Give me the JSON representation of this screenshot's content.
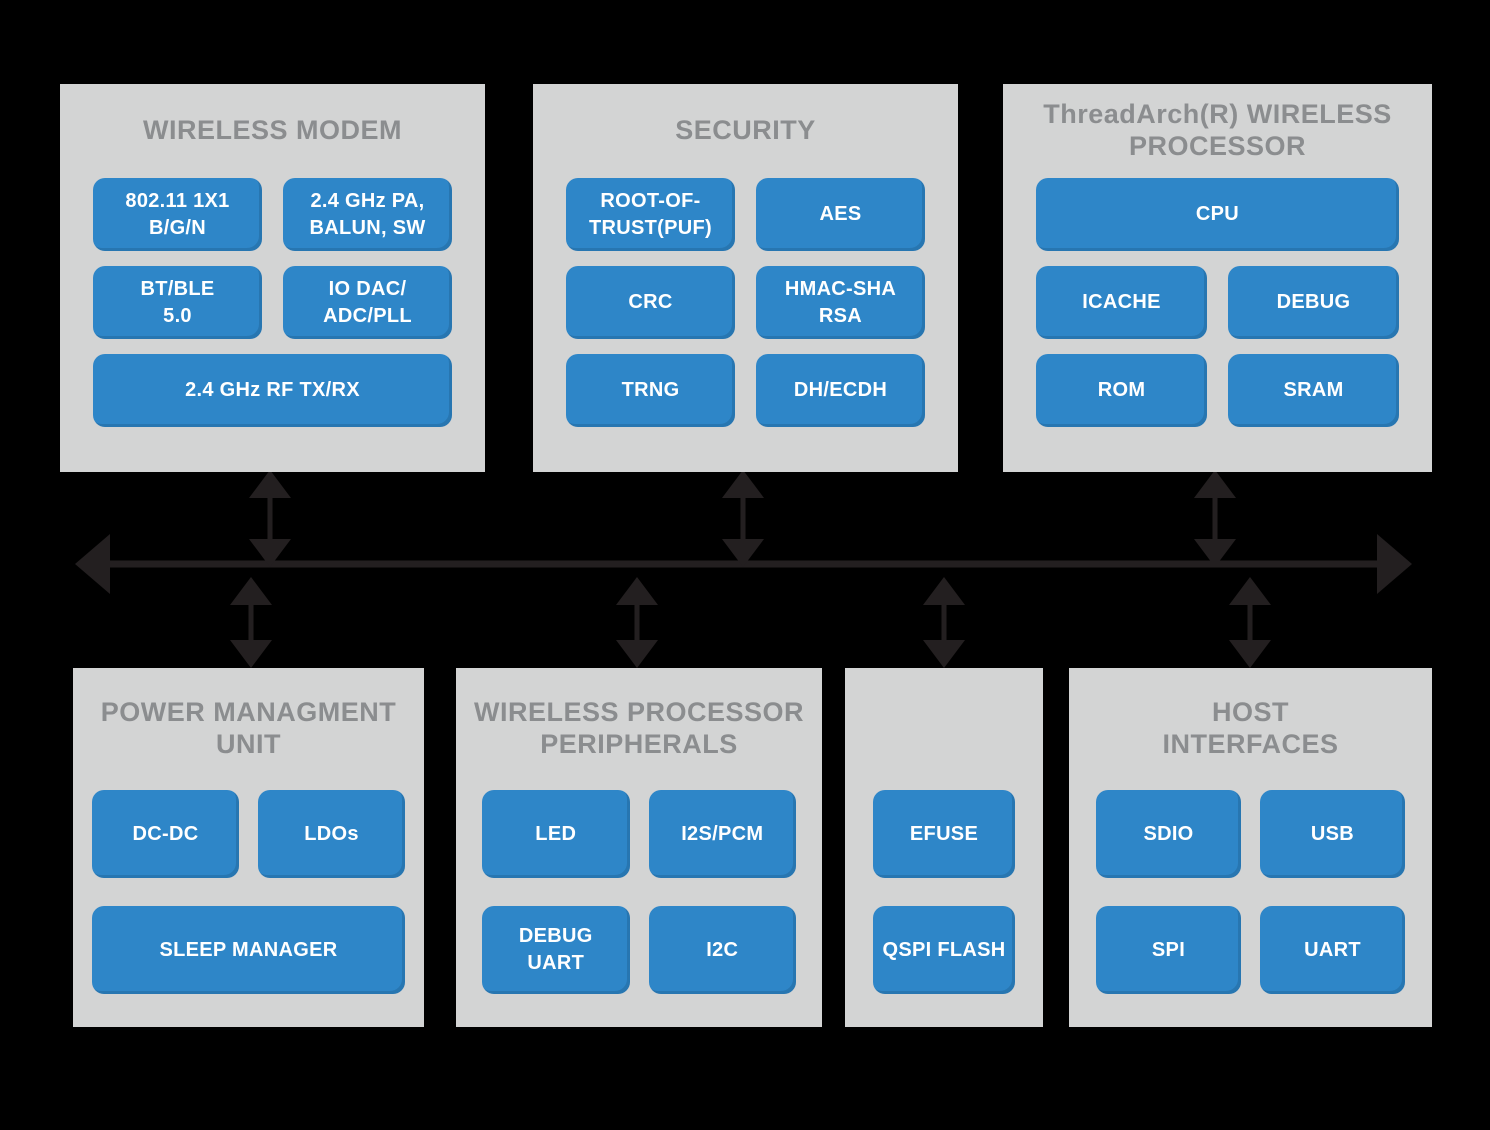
{
  "colors": {
    "background": "#000000",
    "panel_bg": "#d3d4d4",
    "panel_title": "#8b8d8f",
    "block_bg": "#2e86c8",
    "block_text": "#ffffff",
    "connector": "#231f20"
  },
  "panels": {
    "wireless_modem": {
      "title": "WIRELESS MODEM",
      "blocks": {
        "wifi": "802.11 1X1\nB/G/N",
        "pa_balun_sw": "2.4 GHz PA,\nBALUN, SW",
        "bt_ble": "BT/BLE\n5.0",
        "io_dac_adc_pll": "IO DAC/\nADC/PLL",
        "rf_tx_rx": "2.4 GHz RF TX/RX"
      }
    },
    "security": {
      "title": "SECURITY",
      "blocks": {
        "root_of_trust": "ROOT-OF-\nTRUST(PUF)",
        "aes": "AES",
        "crc": "CRC",
        "hmac_sha_rsa": "HMAC-SHA\nRSA",
        "trng": "TRNG",
        "dh_ecdh": "DH/ECDH"
      }
    },
    "thread_arch": {
      "title": "ThreadArch(R) WIRELESS\nPROCESSOR",
      "blocks": {
        "cpu": "CPU",
        "icache": "ICACHE",
        "debug": "DEBUG",
        "rom": "ROM",
        "sram": "SRAM"
      }
    },
    "power_management": {
      "title": "POWER MANAGMENT\nUNIT",
      "blocks": {
        "dc_dc": "DC-DC",
        "ldos": "LDOs",
        "sleep_manager": "SLEEP MANAGER"
      }
    },
    "peripherals": {
      "title": "WIRELESS PROCESSOR\nPERIPHERALS",
      "blocks": {
        "led": "LED",
        "i2s_pcm": "I2S/PCM",
        "debug_uart": "DEBUG\nUART",
        "i2c": "I2C"
      }
    },
    "efuse_flash": {
      "title": "",
      "blocks": {
        "efuse": "EFUSE",
        "qspi_flash": "QSPI FLASH"
      }
    },
    "host_interfaces": {
      "title": "HOST\nINTERFACES",
      "blocks": {
        "sdio": "SDIO",
        "usb": "USB",
        "spi": "SPI",
        "uart": "UART"
      }
    }
  }
}
